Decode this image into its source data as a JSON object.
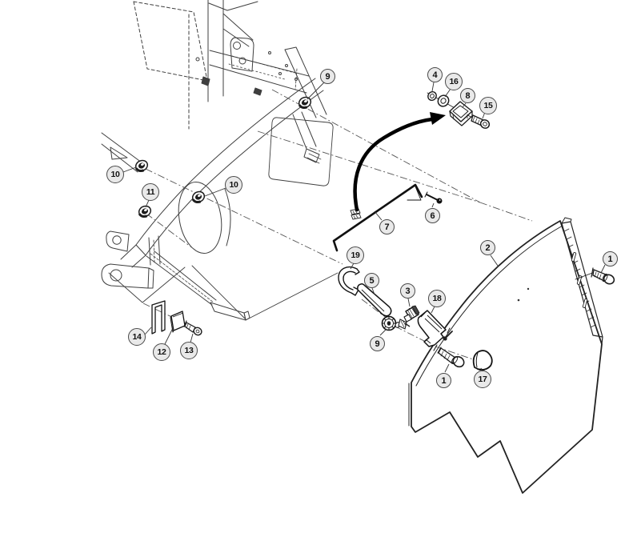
{
  "callouts": [
    {
      "id": "9-top",
      "label": "9"
    },
    {
      "id": "4",
      "label": "4"
    },
    {
      "id": "16",
      "label": "16"
    },
    {
      "id": "8",
      "label": "8"
    },
    {
      "id": "15",
      "label": "15"
    },
    {
      "id": "10-left",
      "label": "10"
    },
    {
      "id": "11",
      "label": "11"
    },
    {
      "id": "10-right",
      "label": "10"
    },
    {
      "id": "6",
      "label": "6"
    },
    {
      "id": "7",
      "label": "7"
    },
    {
      "id": "2",
      "label": "2"
    },
    {
      "id": "1-top-right",
      "label": "1"
    },
    {
      "id": "19",
      "label": "19"
    },
    {
      "id": "5",
      "label": "5"
    },
    {
      "id": "3",
      "label": "3"
    },
    {
      "id": "18",
      "label": "18"
    },
    {
      "id": "9-lower",
      "label": "9"
    },
    {
      "id": "14",
      "label": "14"
    },
    {
      "id": "12",
      "label": "12"
    },
    {
      "id": "13",
      "label": "13"
    },
    {
      "id": "1-lower",
      "label": "1"
    },
    {
      "id": "17",
      "label": "17"
    }
  ],
  "colors": {
    "background": "#ffffff",
    "line_art": "#2b2b2b",
    "frame_line": "#3f3f3f",
    "axis_line": "#555555",
    "callout_fill": "#e9e9e9",
    "callout_border": "#4a4a4a",
    "callout_text": "#111111",
    "arrow": "#000000"
  }
}
